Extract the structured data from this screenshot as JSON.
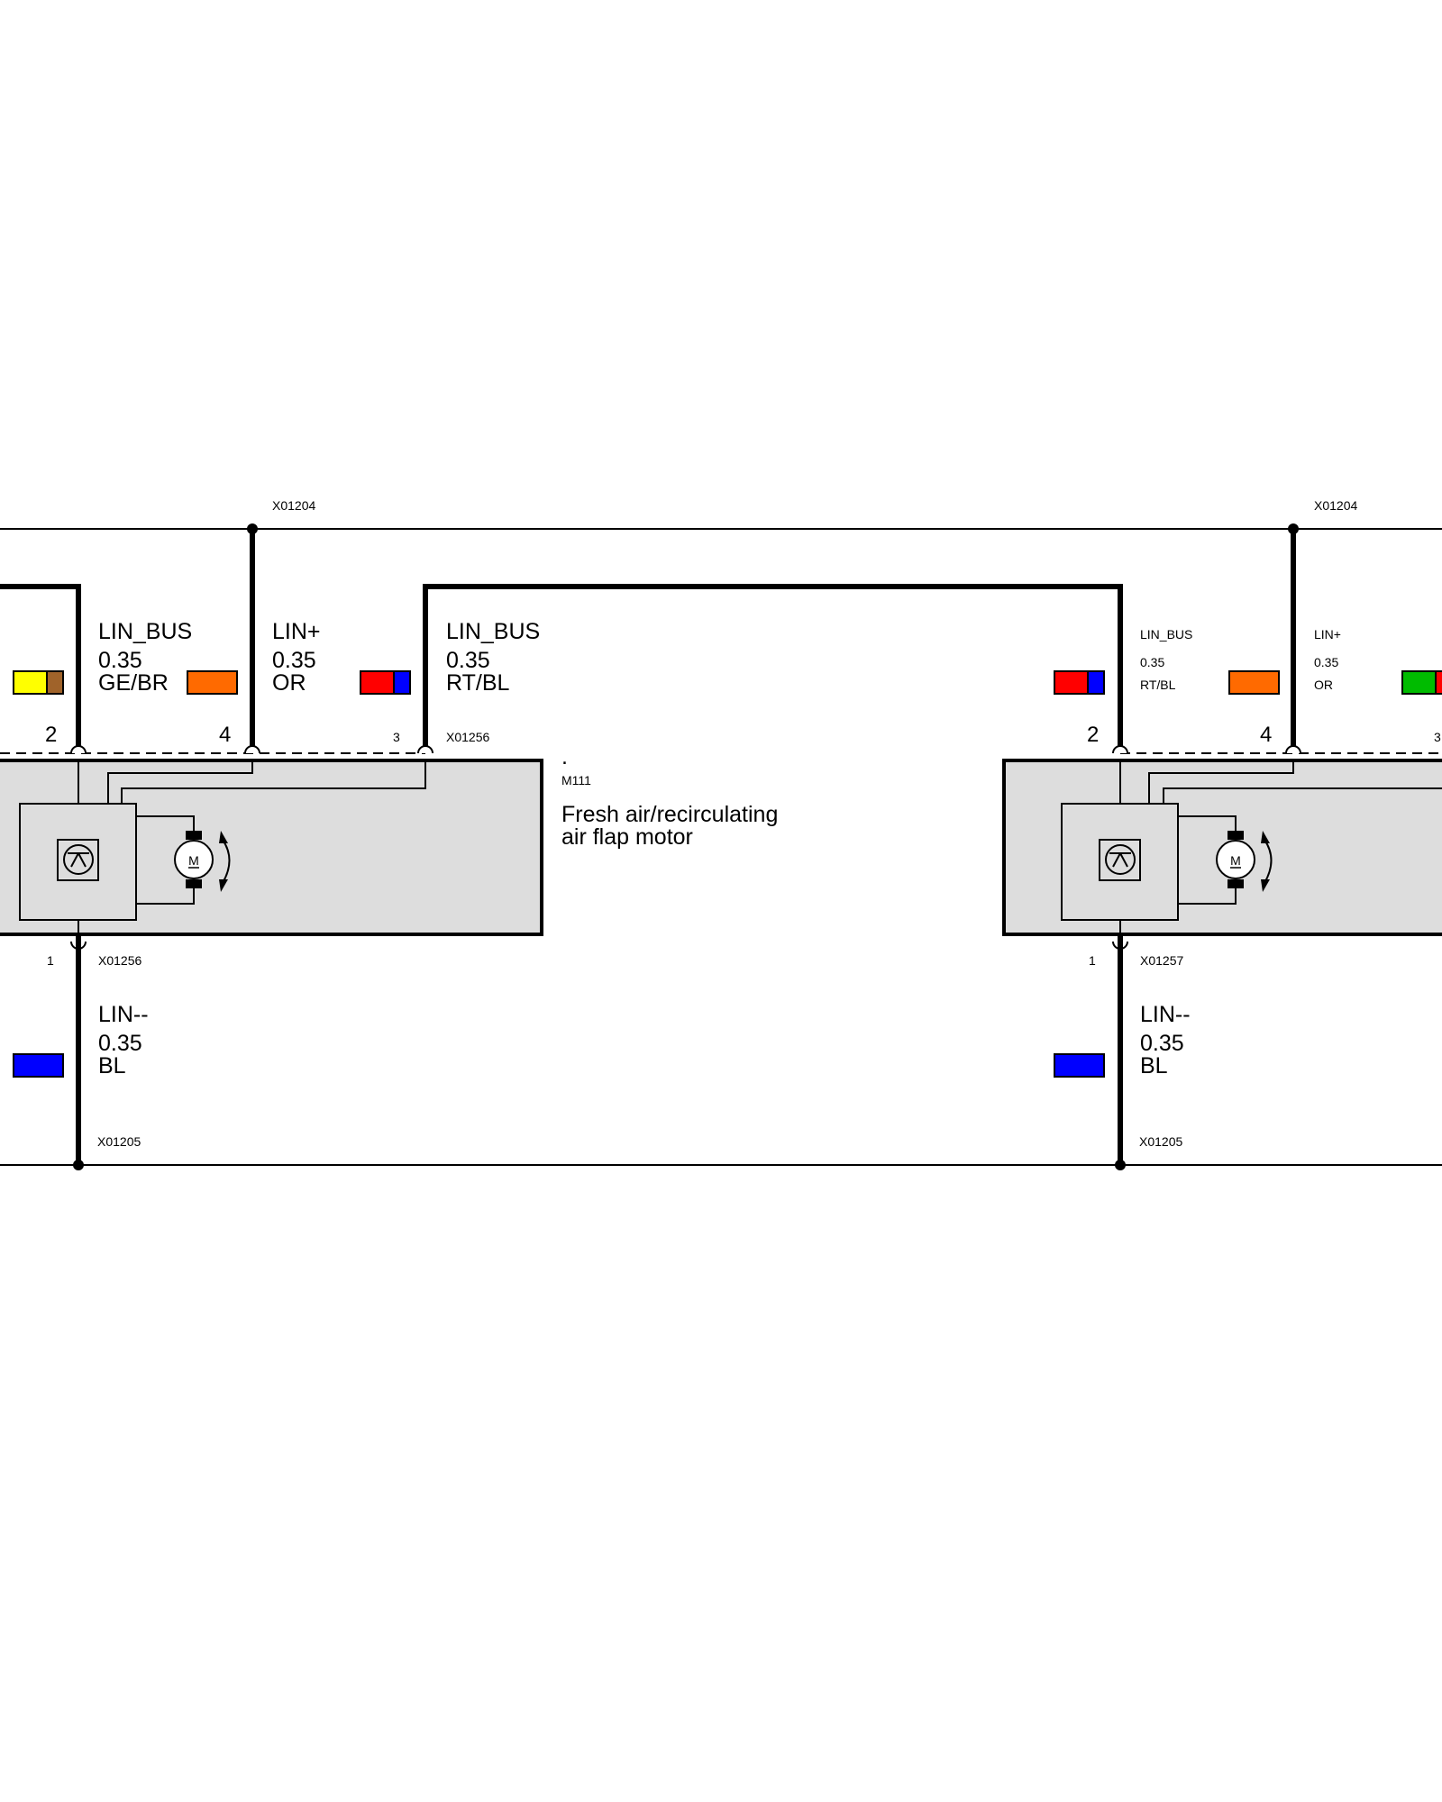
{
  "colors": {
    "GE": "#ffff00",
    "BR": "#a0632a",
    "OR": "#ff6a00",
    "RT": "#ff0000",
    "BL": "#0000ff",
    "GN": "#00bb00",
    "component_fill": "#dddddd"
  },
  "buses": {
    "top": {
      "connector_left": "X01204",
      "connector_right": "X01204"
    },
    "bottom": {
      "connector_left": "X01205",
      "connector_right": "X01205"
    }
  },
  "left_module": {
    "wires_top": [
      {
        "signal": "LIN_BUS",
        "gauge": "0.35",
        "color_code": "GE/BR",
        "pin": "2"
      },
      {
        "signal": "LIN+",
        "gauge": "0.35",
        "color_code": "OR",
        "pin": "4"
      },
      {
        "signal": "LIN_BUS",
        "gauge": "0.35",
        "color_code": "RT/BL",
        "pin": "3",
        "connector": "X01256"
      }
    ],
    "wire_bottom": {
      "signal": "LIN--",
      "gauge": "0.35",
      "color_code": "BL",
      "pin": "1",
      "connector": "X01256"
    },
    "component": {
      "dot": ".",
      "id": "M111",
      "name_line1": "Fresh air/recirculating",
      "name_line2": "air flap motor"
    },
    "motor_label": "M"
  },
  "right_module": {
    "wires_top": [
      {
        "signal": "LIN_BUS",
        "gauge": "0.35",
        "color_code": "RT/BL",
        "pin": "2"
      },
      {
        "signal": "LIN+",
        "gauge": "0.35",
        "color_code": "OR",
        "pin": "4"
      },
      {
        "pin": "3"
      }
    ],
    "wire_bottom": {
      "signal": "LIN--",
      "gauge": "0.35",
      "color_code": "BL",
      "pin": "1",
      "connector": "X01257"
    },
    "motor_label": "M"
  }
}
